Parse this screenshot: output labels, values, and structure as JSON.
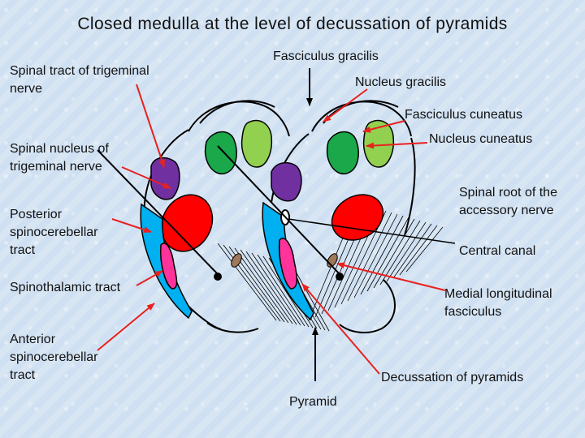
{
  "title": "Closed medulla at the level of decussation of pyramids",
  "labels": {
    "fasciculus_gracilis": "Fasciculus gracilis",
    "nucleus_gracilis": "Nucleus gracilis",
    "spinal_tract_trigeminal": "Spinal tract of trigeminal nerve",
    "fasciculus_cuneatus": "Fasciculus cuneatus",
    "nucleus_cuneatus": "Nucleus cuneatus",
    "spinal_nucleus_trigeminal": "Spinal nucleus of trigeminal nerve",
    "spinal_root_accessory": "Spinal root of the accessory nerve",
    "posterior_spinocerebellar": "Posterior spinocerebellar tract",
    "central_canal": "Central canal",
    "spinothalamic": "Spinothalamic tract",
    "medial_longitudinal": "Medial longitudinal fasciculus",
    "anterior_spinocerebellar": "Anterior spinocerebellar tract",
    "decussation": "Decussation of pyramids",
    "pyramid": "Pyramid"
  },
  "colors": {
    "nucleus_green": "#1aa84a",
    "fasciculus_green": "#92d050",
    "purple": "#7030a0",
    "red": "#ff0000",
    "pink": "#ff3399",
    "blue": "#00b0f0",
    "brown": "#a0785a",
    "arrow_red": "#e8211f",
    "outline": "#000000"
  }
}
